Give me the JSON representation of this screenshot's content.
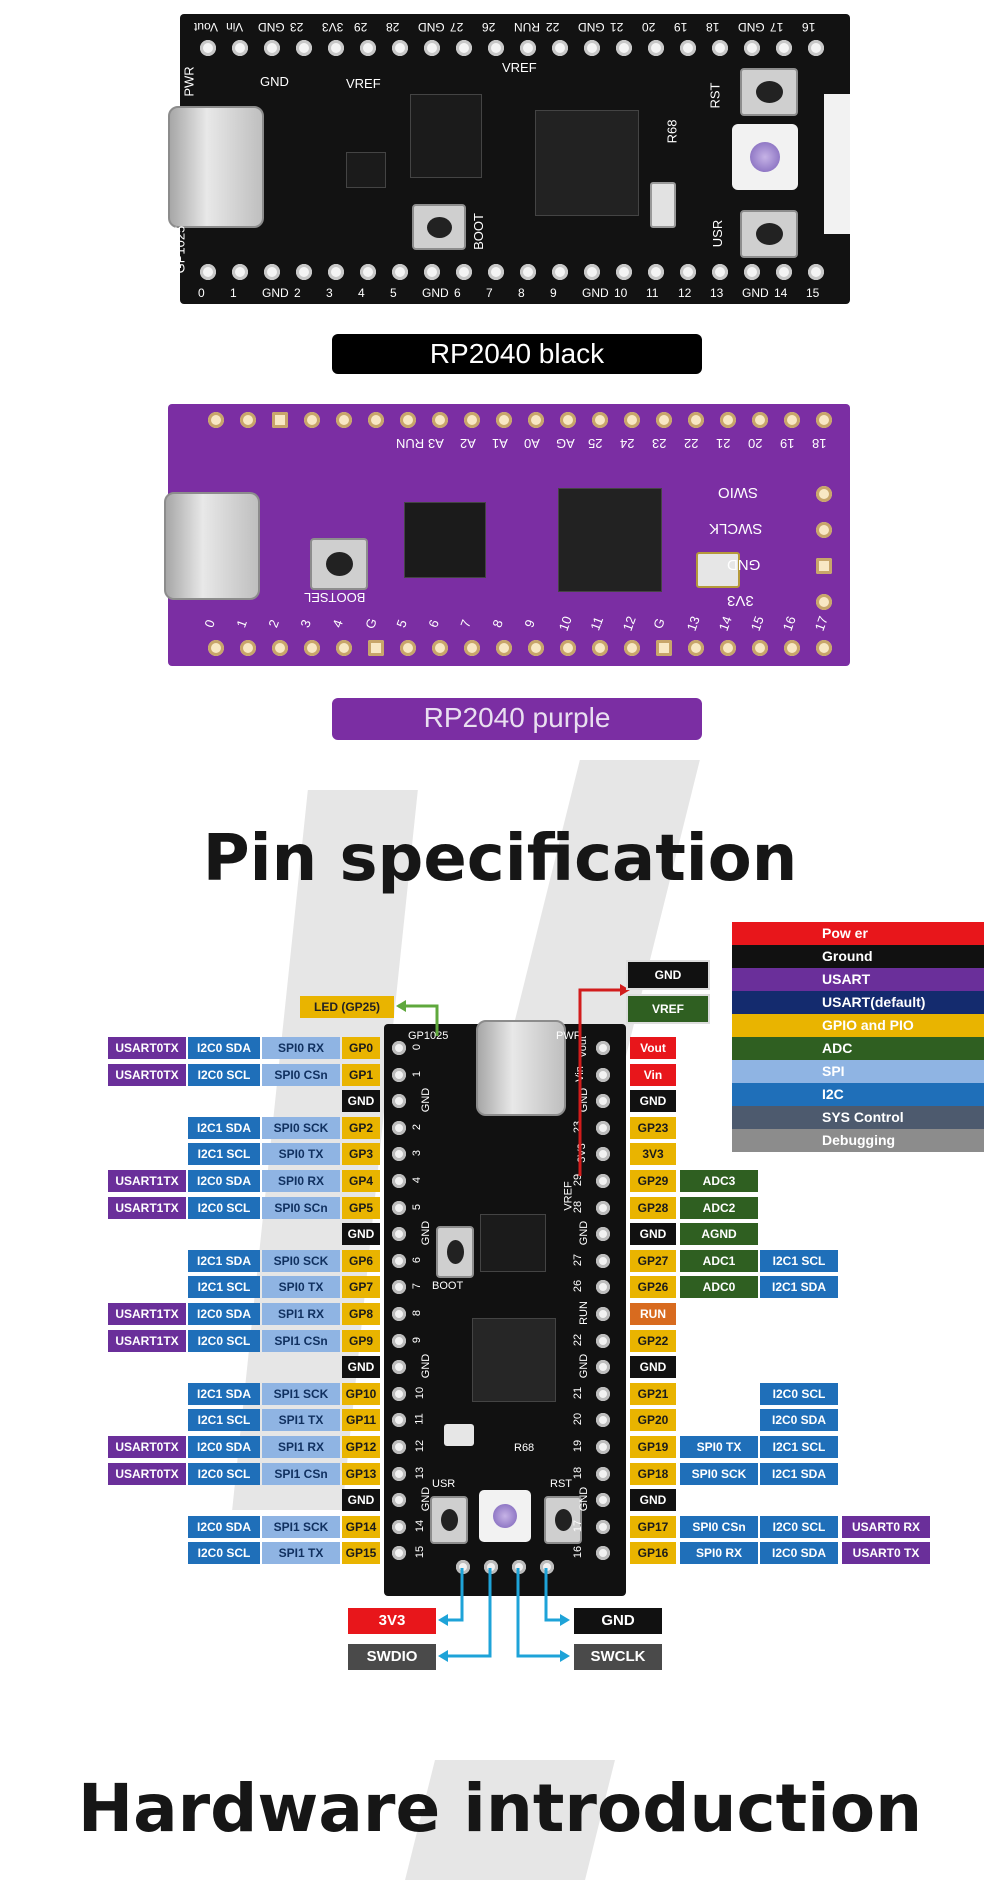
{
  "black_board": {
    "caption": "RP2040 black",
    "top_pins": [
      "Vout",
      "Vin",
      "GND",
      "23",
      "3V3",
      "29",
      "28",
      "GND",
      "27",
      "26",
      "RUN",
      "22",
      "GND",
      "21",
      "20",
      "19",
      "18",
      "GND",
      "17",
      "16"
    ],
    "bottom_pins": [
      "0",
      "1",
      "GND",
      "2",
      "3",
      "4",
      "5",
      "GND",
      "6",
      "7",
      "8",
      "9",
      "GND",
      "10",
      "11",
      "12",
      "13",
      "GND",
      "14",
      "15"
    ],
    "silkscreen": {
      "pwr": "PWR",
      "gnd": "GND",
      "vref_left": "VREF",
      "vref_top": "VREF",
      "boot": "BOOT",
      "rst": "RST",
      "usr": "USR",
      "rgb": "R68",
      "gp25": "GP1025"
    }
  },
  "purple_board": {
    "caption": "RP2040 purple",
    "top_pins": [
      "RUN",
      "A3",
      "A2",
      "A1",
      "A0",
      "AG",
      "25",
      "24",
      "23",
      "22",
      "21",
      "20",
      "19",
      "18"
    ],
    "bottom_pins": [
      "0",
      "1",
      "2",
      "3",
      "4",
      "G",
      "5",
      "6",
      "7",
      "8",
      "9",
      "10",
      "11",
      "12",
      "G",
      "13",
      "14",
      "15",
      "16",
      "17"
    ],
    "right_labels": [
      "SWIO",
      "SWCLK",
      "GND",
      "3V3"
    ],
    "silkscreen": {
      "bootsel": "BOOTSEL"
    }
  },
  "pin_spec": {
    "heading": "Pin specification",
    "board_labels": {
      "gp25": "GP1025",
      "pwr": "PWR",
      "boot": "BOOT",
      "vref": "VREF",
      "r68": "R68",
      "usr": "USR",
      "rst": "RST"
    },
    "led_label": "LED (GP25)",
    "top_right_callouts": [
      "GND",
      "VREF"
    ],
    "legend": [
      {
        "label": "Pow er",
        "color": "#e8161b"
      },
      {
        "label": "Ground",
        "color": "#111111"
      },
      {
        "label": "USART",
        "color": "#6a2f9a"
      },
      {
        "label": "USART(default)",
        "color": "#142b6e"
      },
      {
        "label": "GPIO and PIO",
        "color": "#e9b400"
      },
      {
        "label": "ADC",
        "color": "#2f5f21"
      },
      {
        "label": "SPI",
        "color": "#8fb4e3"
      },
      {
        "label": "I2C",
        "color": "#1f6fb9"
      },
      {
        "label": "SYS Control",
        "color": "#4d5a6e"
      },
      {
        "label": "Debugging",
        "color": "#8c8c8c"
      }
    ],
    "left_rows": [
      {
        "pin_num": "0",
        "cells": [
          {
            "t": "USART0TX",
            "c": "usart_def"
          },
          {
            "t": "I2C0 SDA",
            "c": "i2c"
          },
          {
            "t": "SPI0 RX",
            "c": "spi"
          },
          {
            "t": "GP0",
            "c": "gpio"
          }
        ]
      },
      {
        "pin_num": "1",
        "cells": [
          {
            "t": "USART0TX",
            "c": "usart_def"
          },
          {
            "t": "I2C0 SCL",
            "c": "i2c"
          },
          {
            "t": "SPI0 CSn",
            "c": "spi"
          },
          {
            "t": "GP1",
            "c": "gpio"
          }
        ]
      },
      {
        "pin_num": "GND",
        "cells": [
          {
            "t": "GND",
            "c": "gnd"
          }
        ]
      },
      {
        "pin_num": "2",
        "cells": [
          {
            "t": "I2C1 SDA",
            "c": "i2c"
          },
          {
            "t": "SPI0 SCK",
            "c": "spi"
          },
          {
            "t": "GP2",
            "c": "gpio"
          }
        ]
      },
      {
        "pin_num": "3",
        "cells": [
          {
            "t": "I2C1 SCL",
            "c": "i2c"
          },
          {
            "t": "SPI0 TX",
            "c": "spi"
          },
          {
            "t": "GP3",
            "c": "gpio"
          }
        ]
      },
      {
        "pin_num": "4",
        "cells": [
          {
            "t": "USART1TX",
            "c": "usart"
          },
          {
            "t": "I2C0 SDA",
            "c": "i2c"
          },
          {
            "t": "SPI0 RX",
            "c": "spi"
          },
          {
            "t": "GP4",
            "c": "gpio"
          }
        ]
      },
      {
        "pin_num": "5",
        "cells": [
          {
            "t": "USART1TX",
            "c": "usart"
          },
          {
            "t": "I2C0 SCL",
            "c": "i2c"
          },
          {
            "t": "SPI0 SCn",
            "c": "spi"
          },
          {
            "t": "GP5",
            "c": "gpio"
          }
        ]
      },
      {
        "pin_num": "GND",
        "cells": [
          {
            "t": "GND",
            "c": "gnd"
          }
        ]
      },
      {
        "pin_num": "6",
        "cells": [
          {
            "t": "I2C1 SDA",
            "c": "i2c"
          },
          {
            "t": "SPI0 SCK",
            "c": "spi"
          },
          {
            "t": "GP6",
            "c": "gpio"
          }
        ]
      },
      {
        "pin_num": "7",
        "cells": [
          {
            "t": "I2C1 SCL",
            "c": "i2c"
          },
          {
            "t": "SPI0 TX",
            "c": "spi"
          },
          {
            "t": "GP7",
            "c": "gpio"
          }
        ]
      },
      {
        "pin_num": "8",
        "cells": [
          {
            "t": "USART1TX",
            "c": "usart"
          },
          {
            "t": "I2C0 SDA",
            "c": "i2c"
          },
          {
            "t": "SPI1 RX",
            "c": "spi"
          },
          {
            "t": "GP8",
            "c": "gpio"
          }
        ]
      },
      {
        "pin_num": "9",
        "cells": [
          {
            "t": "USART1TX",
            "c": "usart"
          },
          {
            "t": "I2C0 SCL",
            "c": "i2c"
          },
          {
            "t": "SPI1 CSn",
            "c": "spi"
          },
          {
            "t": "GP9",
            "c": "gpio"
          }
        ]
      },
      {
        "pin_num": "GND",
        "cells": [
          {
            "t": "GND",
            "c": "gnd"
          }
        ]
      },
      {
        "pin_num": "10",
        "cells": [
          {
            "t": "I2C1 SDA",
            "c": "i2c"
          },
          {
            "t": "SPI1 SCK",
            "c": "spi"
          },
          {
            "t": "GP10",
            "c": "gpio"
          }
        ]
      },
      {
        "pin_num": "11",
        "cells": [
          {
            "t": "I2C1 SCL",
            "c": "i2c"
          },
          {
            "t": "SPI1 TX",
            "c": "spi"
          },
          {
            "t": "GP11",
            "c": "gpio"
          }
        ]
      },
      {
        "pin_num": "12",
        "cells": [
          {
            "t": "USART0TX",
            "c": "usart_def"
          },
          {
            "t": "I2C0 SDA",
            "c": "i2c"
          },
          {
            "t": "SPI1 RX",
            "c": "spi"
          },
          {
            "t": "GP12",
            "c": "gpio"
          }
        ]
      },
      {
        "pin_num": "13",
        "cells": [
          {
            "t": "USART0TX",
            "c": "usart_def"
          },
          {
            "t": "I2C0 SCL",
            "c": "i2c"
          },
          {
            "t": "SPI1 CSn",
            "c": "spi"
          },
          {
            "t": "GP13",
            "c": "gpio"
          }
        ]
      },
      {
        "pin_num": "GND",
        "cells": [
          {
            "t": "GND",
            "c": "gnd"
          }
        ]
      },
      {
        "pin_num": "14",
        "cells": [
          {
            "t": "I2C0 SDA",
            "c": "i2c"
          },
          {
            "t": "SPI1 SCK",
            "c": "spi"
          },
          {
            "t": "GP14",
            "c": "gpio"
          }
        ]
      },
      {
        "pin_num": "15",
        "cells": [
          {
            "t": "I2C0 SCL",
            "c": "i2c"
          },
          {
            "t": "SPI1 TX",
            "c": "spi"
          },
          {
            "t": "GP15",
            "c": "gpio"
          }
        ]
      }
    ],
    "right_rows": [
      {
        "pin_num": "Vout",
        "cells": [
          {
            "t": "Vout",
            "c": "power"
          }
        ]
      },
      {
        "pin_num": "Vin",
        "cells": [
          {
            "t": "Vin",
            "c": "power"
          }
        ]
      },
      {
        "pin_num": "GND",
        "cells": [
          {
            "t": "GND",
            "c": "gnd"
          }
        ]
      },
      {
        "pin_num": "23",
        "cells": [
          {
            "t": "GP23",
            "c": "gpio"
          }
        ]
      },
      {
        "pin_num": "3V3",
        "cells": [
          {
            "t": "3V3",
            "c": "gpio"
          }
        ]
      },
      {
        "pin_num": "29",
        "cells": [
          {
            "t": "GP29",
            "c": "gpio"
          },
          {
            "t": "ADC3",
            "c": "adc"
          }
        ]
      },
      {
        "pin_num": "28",
        "cells": [
          {
            "t": "GP28",
            "c": "gpio"
          },
          {
            "t": "ADC2",
            "c": "adc"
          }
        ]
      },
      {
        "pin_num": "GND",
        "cells": [
          {
            "t": "GND",
            "c": "gnd"
          },
          {
            "t": "AGND",
            "c": "adc"
          }
        ]
      },
      {
        "pin_num": "27",
        "cells": [
          {
            "t": "GP27",
            "c": "gpio"
          },
          {
            "t": "ADC1",
            "c": "adc"
          },
          {
            "t": "I2C1 SCL",
            "c": "i2c"
          }
        ]
      },
      {
        "pin_num": "26",
        "cells": [
          {
            "t": "GP26",
            "c": "gpio"
          },
          {
            "t": "ADC0",
            "c": "adc"
          },
          {
            "t": "I2C1 SDA",
            "c": "i2c"
          }
        ]
      },
      {
        "pin_num": "RUN",
        "cells": [
          {
            "t": "RUN",
            "c": "sys"
          }
        ]
      },
      {
        "pin_num": "22",
        "cells": [
          {
            "t": "GP22",
            "c": "gpio"
          }
        ]
      },
      {
        "pin_num": "GND",
        "cells": [
          {
            "t": "GND",
            "c": "gnd"
          }
        ]
      },
      {
        "pin_num": "21",
        "cells": [
          {
            "t": "GP21",
            "c": "gpio"
          },
          {
            "t": "",
            "c": "none"
          },
          {
            "t": "I2C0 SCL",
            "c": "i2c"
          }
        ]
      },
      {
        "pin_num": "20",
        "cells": [
          {
            "t": "GP20",
            "c": "gpio"
          },
          {
            "t": "",
            "c": "none"
          },
          {
            "t": "I2C0 SDA",
            "c": "i2c"
          }
        ]
      },
      {
        "pin_num": "19",
        "cells": [
          {
            "t": "GP19",
            "c": "gpio"
          },
          {
            "t": "SPI0 TX",
            "c": "i2c"
          },
          {
            "t": "I2C1 SCL",
            "c": "i2c"
          }
        ]
      },
      {
        "pin_num": "18",
        "cells": [
          {
            "t": "GP18",
            "c": "gpio"
          },
          {
            "t": "SPI0 SCK",
            "c": "i2c"
          },
          {
            "t": "I2C1 SDA",
            "c": "i2c"
          }
        ]
      },
      {
        "pin_num": "GND",
        "cells": [
          {
            "t": "GND",
            "c": "gnd"
          }
        ]
      },
      {
        "pin_num": "17",
        "cells": [
          {
            "t": "GP17",
            "c": "gpio"
          },
          {
            "t": "SPI0 CSn",
            "c": "i2c"
          },
          {
            "t": "I2C0 SCL",
            "c": "i2c"
          },
          {
            "t": "USART0 RX",
            "c": "usart"
          }
        ]
      },
      {
        "pin_num": "16",
        "cells": [
          {
            "t": "GP16",
            "c": "gpio"
          },
          {
            "t": "SPI0 RX",
            "c": "i2c"
          },
          {
            "t": "I2C0 SDA",
            "c": "i2c"
          },
          {
            "t": "USART0 TX",
            "c": "usart"
          }
        ]
      }
    ],
    "debug_labels": [
      {
        "t": "3V3",
        "c": "power"
      },
      {
        "t": "GND",
        "c": "gnd"
      },
      {
        "t": "SWDIO",
        "c": "debug"
      },
      {
        "t": "SWCLK",
        "c": "debug"
      }
    ],
    "colors": {
      "power": "#e8161b",
      "gnd": "#111111",
      "usart": "#6a2f9a",
      "usart_def": "#6a2f9a",
      "gpio": "#e9b400",
      "adc": "#2f5f21",
      "spi": "#8fb4e3",
      "i2c": "#1f6fb9",
      "sys": "#d86b1f",
      "debug": "#4a4a4a"
    }
  },
  "hardware": {
    "heading": "Hardware introduction"
  }
}
